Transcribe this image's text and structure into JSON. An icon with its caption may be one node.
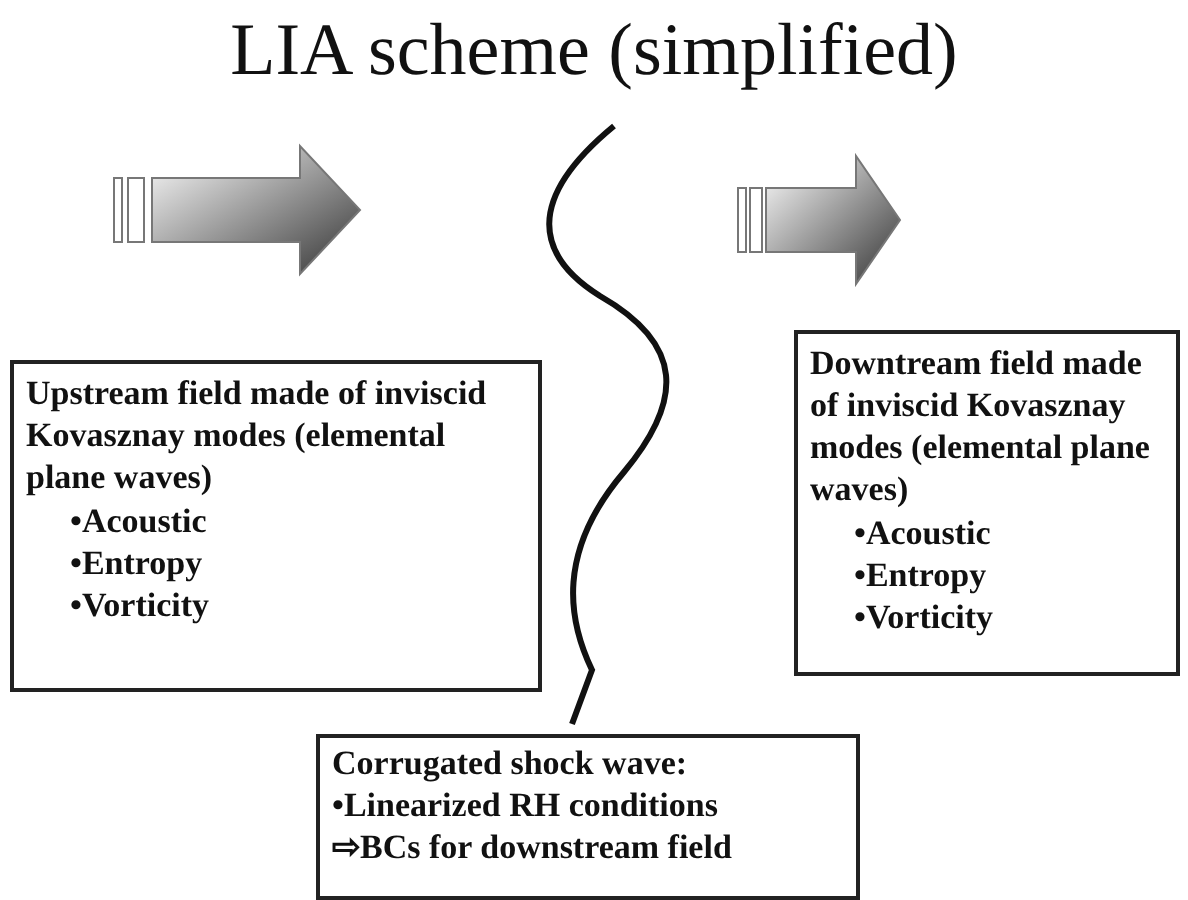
{
  "diagram": {
    "title": "LIA scheme (simplified)",
    "nodes": [
      {
        "text": [
          "Upstream field made of inviscid Kovasznay modes (elemental plane waves)",
          "•Acoustic",
          "•Entropy",
          "•Vorticity"
        ]
      },
      {
        "text": [
          "Downtream field made of inviscid Kovasznay modes (elemental plane waves)",
          "•Acoustic",
          "•Entropy",
          "•Vorticity"
        ]
      },
      {
        "text": [
          "Corrugated shock wave:",
          "•Linearized RH conditions",
          "⇨BCs for downstream field"
        ]
      }
    ]
  }
}
